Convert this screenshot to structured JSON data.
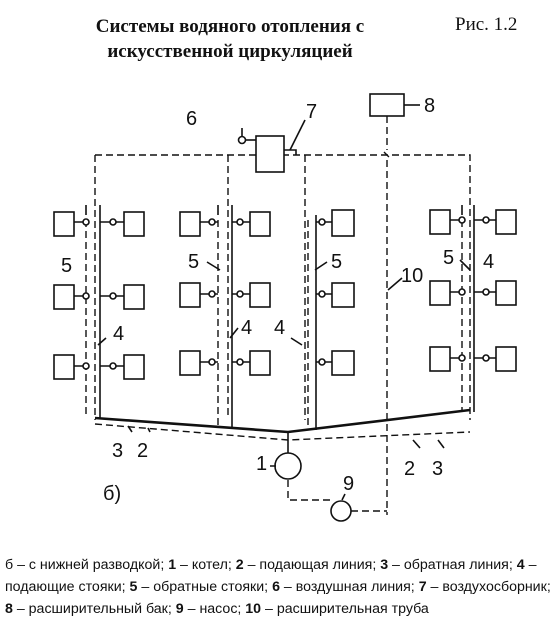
{
  "header": {
    "title_line1": "Системы водяного отопления с",
    "title_line2": "искусственной циркуляцией",
    "figure": "Рис. 1.2"
  },
  "labels": {
    "n6": "6",
    "n7": "7",
    "n8": "8",
    "n5a": "5",
    "n5b": "5",
    "n5c": "5",
    "n5d": "5",
    "n4a": "4",
    "n4b": "4",
    "n4c": "4",
    "n4d": "4",
    "n10": "10",
    "n1": "1",
    "n9": "9",
    "n3l": "3",
    "n2l": "2",
    "n2r": "2",
    "n3r": "3",
    "variant": "б)"
  },
  "caption": [
    {
      "text": "б – с нижней разводкой; ",
      "bold": false
    },
    {
      "text": "1",
      "bold": true
    },
    {
      "text": " – котел; ",
      "bold": false
    },
    {
      "text": "2",
      "bold": true
    },
    {
      "text": " – подающая линия; ",
      "bold": false
    },
    {
      "text": "3",
      "bold": true
    },
    {
      "text": " – обратная линия; ",
      "bold": false
    },
    {
      "text": "4",
      "bold": true
    },
    {
      "text": " – подающие стояки; ",
      "bold": false
    },
    {
      "text": "5",
      "bold": true
    },
    {
      "text": " – обратные стояки; ",
      "bold": false
    },
    {
      "text": "6",
      "bold": true
    },
    {
      "text": " – воздушная линия; ",
      "bold": false
    },
    {
      "text": "7",
      "bold": true
    },
    {
      "text": " – воздухосборник; ",
      "bold": false
    },
    {
      "text": "8",
      "bold": true
    },
    {
      "text": " – расширительный бак; ",
      "bold": false
    },
    {
      "text": "9",
      "bold": true
    },
    {
      "text": " – насос; ",
      "bold": false
    },
    {
      "text": "10",
      "bold": true
    },
    {
      "text": " – расширительная труба",
      "bold": false
    }
  ]
}
